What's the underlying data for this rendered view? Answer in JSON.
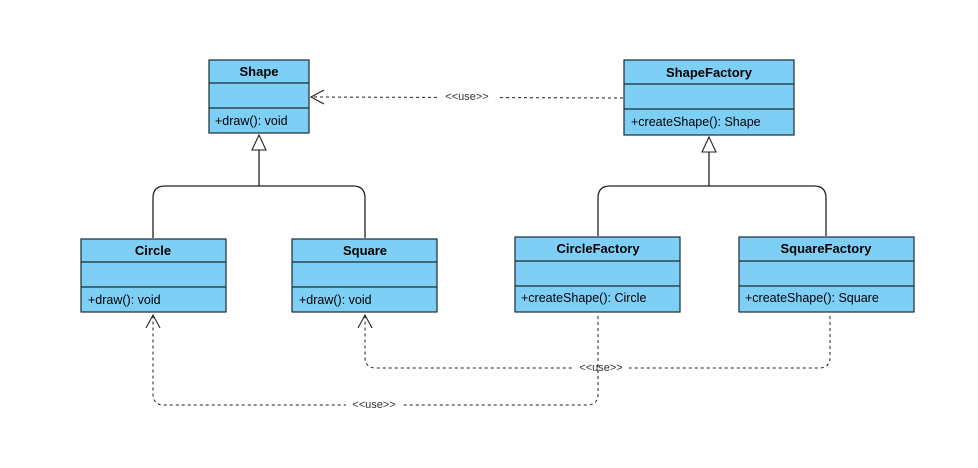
{
  "classes": {
    "shape": {
      "name": "Shape",
      "operation": "+draw(): void"
    },
    "shape_factory": {
      "name": "ShapeFactory",
      "operation": "+createShape(): Shape"
    },
    "circle": {
      "name": "Circle",
      "operation": "+draw(): void"
    },
    "square": {
      "name": "Square",
      "operation": "+draw(): void"
    },
    "circle_factory": {
      "name": "CircleFactory",
      "operation": "+createShape(): Circle"
    },
    "square_factory": {
      "name": "SquareFactory",
      "operation": "+createShape(): Square"
    }
  },
  "relations": {
    "use_top": "<<use>>",
    "use_square": "<<use>>",
    "use_circle": "<<use>>"
  },
  "colors": {
    "class_fill": "#7ecff5",
    "class_border": "#1a2a33"
  }
}
